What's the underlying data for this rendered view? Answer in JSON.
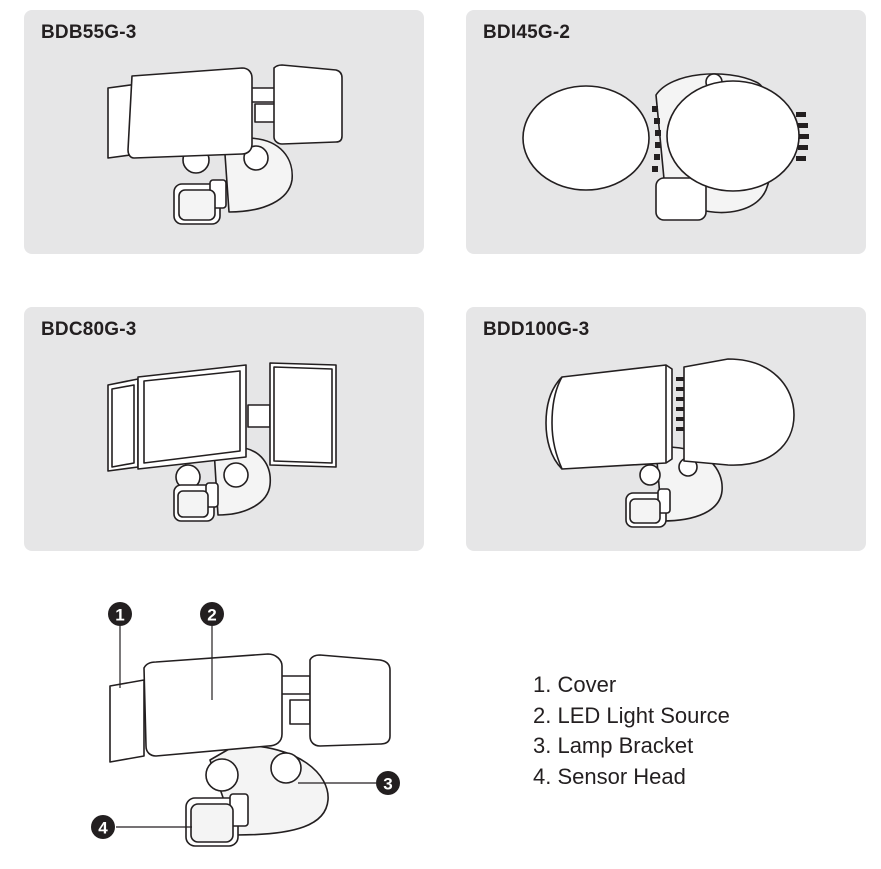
{
  "models": [
    {
      "name": "BDB55G-3"
    },
    {
      "name": "BDI45G-2"
    },
    {
      "name": "BDC80G-3"
    },
    {
      "name": "BDD100G-3"
    }
  ],
  "callouts": [
    "1",
    "2",
    "3",
    "4"
  ],
  "parts": [
    "1. Cover",
    "2. LED Light Source",
    "3. Lamp Bracket",
    "4. Sensor Head"
  ]
}
